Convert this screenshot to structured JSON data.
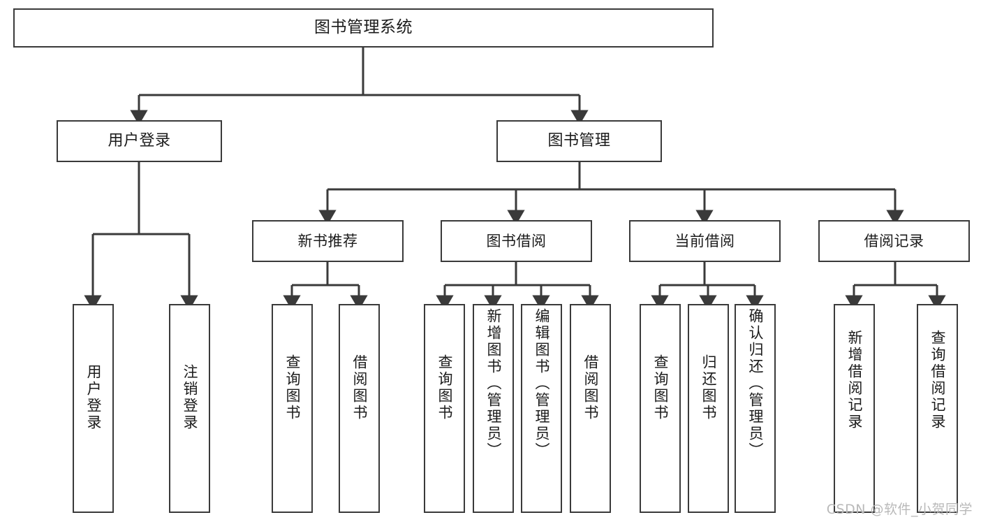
{
  "diagram": {
    "title": "图书管理系统",
    "type": "tree",
    "watermark": "CSDN @软件_小贺同学",
    "nodes": {
      "root": {
        "label": "图书管理系统"
      },
      "level2": [
        {
          "id": "user-login",
          "label": "用户登录"
        },
        {
          "id": "book-manage",
          "label": "图书管理"
        }
      ],
      "level3": [
        {
          "id": "new-book-recommend",
          "label": "新书推荐",
          "parent": "book-manage"
        },
        {
          "id": "book-borrow",
          "label": "图书借阅",
          "parent": "book-manage"
        },
        {
          "id": "current-borrow",
          "label": "当前借阅",
          "parent": "book-manage"
        },
        {
          "id": "borrow-record",
          "label": "借阅记录",
          "parent": "book-manage"
        }
      ],
      "leaves": [
        {
          "id": "leaf-user-login",
          "label": "用户登录",
          "parent": "user-login"
        },
        {
          "id": "leaf-user-logout",
          "label": "注销登录",
          "parent": "user-login"
        },
        {
          "id": "leaf-query-book-1",
          "label": "查询图书",
          "parent": "new-book-recommend"
        },
        {
          "id": "leaf-borrow-book-1",
          "label": "借阅图书",
          "parent": "new-book-recommend"
        },
        {
          "id": "leaf-query-book-2",
          "label": "查询图书",
          "parent": "book-borrow"
        },
        {
          "id": "leaf-add-book",
          "label": "新增图书（管理员）",
          "parent": "book-borrow"
        },
        {
          "id": "leaf-edit-book",
          "label": "编辑图书（管理员）",
          "parent": "book-borrow"
        },
        {
          "id": "leaf-borrow-book-2",
          "label": "借阅图书",
          "parent": "book-borrow"
        },
        {
          "id": "leaf-query-book-3",
          "label": "查询图书",
          "parent": "current-borrow"
        },
        {
          "id": "leaf-return-book",
          "label": "归还图书",
          "parent": "current-borrow"
        },
        {
          "id": "leaf-confirm-return",
          "label": "确认归还（管理员）",
          "parent": "current-borrow"
        },
        {
          "id": "leaf-add-record",
          "label": "新增借阅记录",
          "parent": "borrow-record"
        },
        {
          "id": "leaf-query-record",
          "label": "查询借阅记录",
          "parent": "borrow-record"
        }
      ]
    },
    "colors": {
      "border": "#3a3a3a",
      "text": "#1b1b1b",
      "background": "#ffffff",
      "watermark": "#b9b9b9"
    }
  }
}
